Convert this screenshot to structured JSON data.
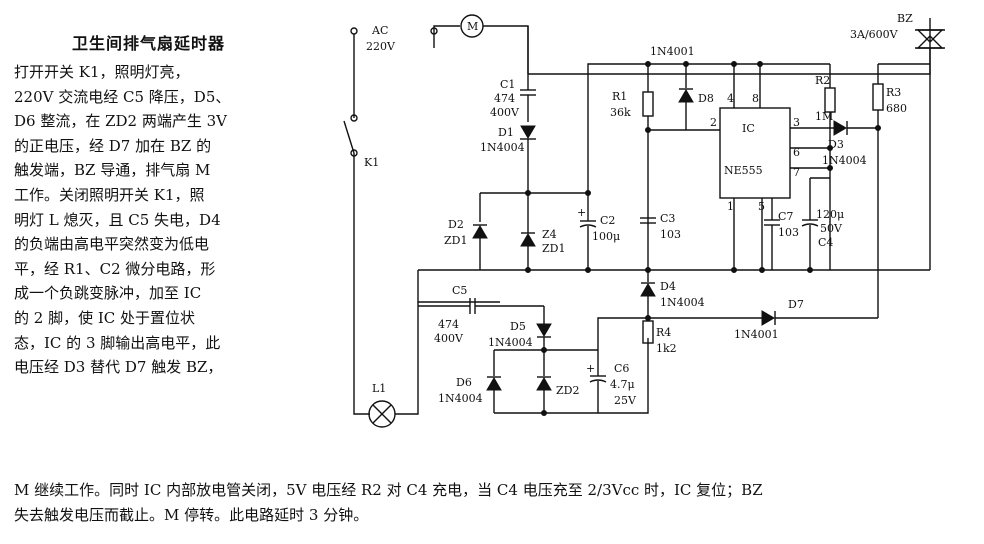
{
  "title": "卫生间排气扇延时器",
  "description_lines": [
    "打开开关 K1，照明灯亮，",
    "220V 交流电经 C5 降压，D5、",
    "D6 整流，在 ZD2 两端产生 3V",
    "的正电压，经 D7 加在 BZ 的",
    "触发端，BZ 导通，排气扇 M",
    "工作。关闭照明开关 K1，照",
    "明灯 L 熄灭，且 C5 失电，D4",
    "的负端由高电平突然变为低电",
    "平，经 R1、C2 微分电路，形",
    "成一个负跳变脉冲，加至 IC",
    "的 2 脚，使 IC 处于置位状",
    "态，IC 的 3 脚输出高电平，此",
    "电压经 D3 替代 D7 触发 BZ，"
  ],
  "bottom_lines": [
    "M 继续工作。同时 IC 内部放电管关闭，5V 电压经 R2 对 C4 充电，当 C4 电压充至 2/3Vcc 时，IC 复位；BZ",
    "失去触发电压而截止。M 停转。此电路延时 3 分钟。"
  ],
  "circuit": {
    "ac": "AC",
    "ac_voltage": "220V",
    "motor": "M",
    "switch": "K1",
    "lamp": "L1",
    "c1": "C1",
    "c1_value": "474",
    "c1_voltage": "400V",
    "d1": "D1",
    "d1_part": "1N4004",
    "d2": "D2",
    "zd1_a": "ZD1",
    "z4": "Z4",
    "zd1_b": "ZD1",
    "c2": "C2",
    "c2_value": "100μ",
    "top_diode_part": "1N4001",
    "r1": "R1",
    "r1_value": "36k",
    "d8": "D8",
    "c3": "C3",
    "c3_value": "103",
    "ic": "IC",
    "ic_part": "NE555",
    "pin4": "4",
    "pin8": "8",
    "pin2": "2",
    "pin3": "3",
    "pin6": "6",
    "pin7": "7",
    "pin1": "1",
    "pin5": "5",
    "r2": "R2",
    "r2_value": "1M",
    "d3": "D3",
    "d3_part": "1N4004",
    "c7": "C7",
    "c7_value": "103",
    "c4_value": "120μ",
    "c4_voltage": "50V",
    "c4": "C4",
    "bz": "BZ",
    "bz_rating": "3A/600V",
    "r3": "R3",
    "r3_value": "680",
    "c5": "C5",
    "c5_value": "474",
    "c5_voltage": "400V",
    "d5": "D5",
    "d5_part": "1N4004",
    "d6": "D6",
    "d6_part": "1N4004",
    "zd2": "ZD2",
    "c6": "C6",
    "c6_value": "4.7μ",
    "c6_voltage": "25V",
    "d4": "D4",
    "d4_part": "1N4004",
    "r4": "R4",
    "r4_value": "1k2",
    "d7": "D7",
    "d7_part": "1N4001"
  }
}
